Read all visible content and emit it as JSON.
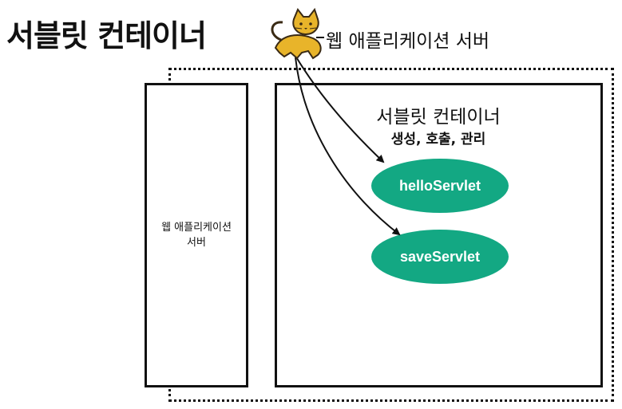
{
  "title": "서블릿 컨테이너",
  "tomcat": {
    "icon": "tomcat-cat-icon",
    "label": "웹 애플리케이션 서버"
  },
  "left_box": {
    "line1": "웹 애플리케이션",
    "line2": "서버"
  },
  "container": {
    "title": "서블릿 컨테이너",
    "subtitle": "생성, 호출, 관리"
  },
  "servlets": [
    {
      "label": "helloServlet"
    },
    {
      "label": "saveServlet"
    }
  ],
  "colors": {
    "servlet_fill": "#13A883",
    "line": "#111111",
    "cat_body": "#E8B42A",
    "cat_outline": "#3A2A14"
  }
}
